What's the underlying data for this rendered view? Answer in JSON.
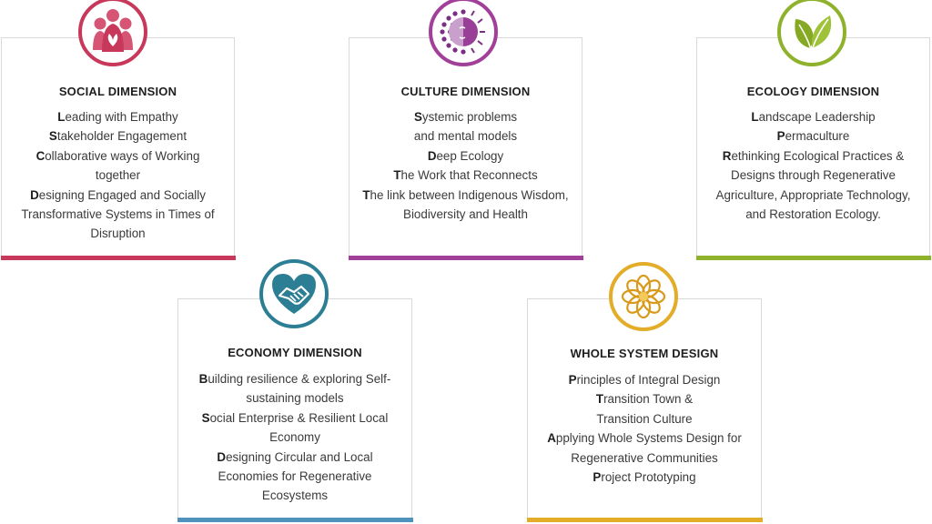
{
  "cards": [
    {
      "title": "SOCIAL DIMENSION",
      "icon": "people-family-icon",
      "accent": "#c8385a",
      "items": [
        {
          "first": "L",
          "rest": "eading with Empathy"
        },
        {
          "first": "S",
          "rest": "takeholder Engagement"
        },
        {
          "first": "C",
          "rest": "ollaborative ways of Working together"
        },
        {
          "first": "D",
          "rest": "esigning Engaged and Socially Transformative Systems in Times of Disruption"
        }
      ]
    },
    {
      "title": "CULTURE DIMENSION",
      "icon": "sun-face-icon",
      "accent": "#a23f99",
      "items": [
        {
          "first": "S",
          "rest": "ystemic problems and mental models"
        },
        {
          "first": "D",
          "rest": "eep Ecology"
        },
        {
          "first": "T",
          "rest": "he Work that Reconnects"
        },
        {
          "first": "T",
          "rest": "he link between Indigenous Wisdom, Biodiversity and Health"
        }
      ]
    },
    {
      "title": "ECOLOGY DIMENSION",
      "icon": "leaves-icon",
      "accent": "#8fb22c",
      "items": [
        {
          "first": "L",
          "rest": "andscape Leadership"
        },
        {
          "first": "P",
          "rest": "ermaculture"
        },
        {
          "first": "R",
          "rest": "ethinking Ecological Practices & Designs through Regenerative Agriculture, Appropriate Technology, and Restoration Ecology."
        }
      ]
    },
    {
      "title": "ECONOMY DIMENSION",
      "icon": "heart-handshake-icon",
      "accent": "#2c7e94",
      "items": [
        {
          "first": "B",
          "rest": "uilding resilience & exploring Self-sustaining models"
        },
        {
          "first": "S",
          "rest": "ocial Enterprise & Resilient Local Economy"
        },
        {
          "first": "D",
          "rest": "esigning Circular and Local Economies for Regenerative Ecosystems"
        }
      ]
    },
    {
      "title": "WHOLE SYSTEM DESIGN",
      "icon": "mandala-flower-icon",
      "accent": "#e3ad2a",
      "items": [
        {
          "first": "P",
          "rest": "rinciples of Integral Design"
        },
        {
          "first": "T",
          "rest": "ransition Town & Transition Culture"
        },
        {
          "first": "A",
          "rest": "pplying Whole Systems Design for Regenerative Communities"
        },
        {
          "first": "P",
          "rest": "roject Prototyping"
        }
      ]
    }
  ]
}
